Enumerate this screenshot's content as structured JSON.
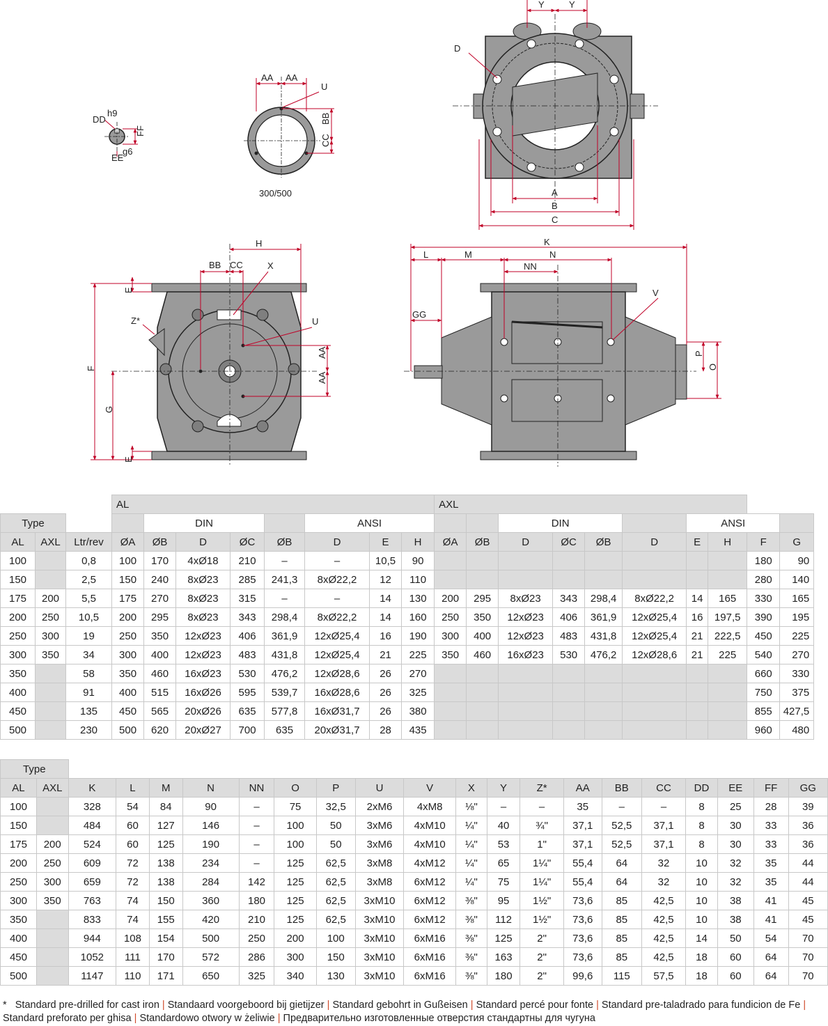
{
  "labels": {
    "dd": "DD",
    "dd_sup": "h9",
    "ee": "EE",
    "ee_sup": "g6",
    "ff": "FF",
    "aa": "AA",
    "u": "U",
    "bb": "BB",
    "cc": "CC",
    "flange_caption": "300/500",
    "y": "Y",
    "d": "D",
    "a": "A",
    "b": "B",
    "c": "C",
    "h": "H",
    "x": "X",
    "e": "E",
    "z": "Z*",
    "f": "F",
    "g": "G",
    "k": "K",
    "l": "L",
    "m": "M",
    "n": "N",
    "nn": "NN",
    "v": "V",
    "gg": "GG",
    "p": "P",
    "o": "O"
  },
  "table1": {
    "group_al": "AL",
    "group_axl": "AXL",
    "din": "DIN",
    "ansi": "ANSI",
    "type": "Type",
    "columns": [
      "AL",
      "AXL",
      "Ltr/rev",
      "ØA",
      "ØB",
      "D",
      "ØC",
      "ØB",
      "D",
      "E",
      "H",
      "ØA",
      "ØB",
      "D",
      "ØC",
      "ØB",
      "D",
      "E",
      "H",
      "F",
      "G"
    ],
    "rows": [
      [
        "100",
        "",
        "0,8",
        "100",
        "170",
        "4xØ18",
        "210",
        "–",
        "–",
        "10,5",
        "90",
        "",
        "",
        "",
        "",
        "",
        "",
        "",
        "",
        "180",
        "90"
      ],
      [
        "150",
        "",
        "2,5",
        "150",
        "240",
        "8xØ23",
        "285",
        "241,3",
        "8xØ22,2",
        "12",
        "110",
        "",
        "",
        "",
        "",
        "",
        "",
        "",
        "",
        "280",
        "140"
      ],
      [
        "175",
        "200",
        "5,5",
        "175",
        "270",
        "8xØ23",
        "315",
        "–",
        "–",
        "14",
        "130",
        "200",
        "295",
        "8xØ23",
        "343",
        "298,4",
        "8xØ22,2",
        "14",
        "165",
        "330",
        "165"
      ],
      [
        "200",
        "250",
        "10,5",
        "200",
        "295",
        "8xØ23",
        "343",
        "298,4",
        "8xØ22,2",
        "14",
        "160",
        "250",
        "350",
        "12xØ23",
        "406",
        "361,9",
        "12xØ25,4",
        "16",
        "197,5",
        "390",
        "195"
      ],
      [
        "250",
        "300",
        "19",
        "250",
        "350",
        "12xØ23",
        "406",
        "361,9",
        "12xØ25,4",
        "16",
        "190",
        "300",
        "400",
        "12xØ23",
        "483",
        "431,8",
        "12xØ25,4",
        "21",
        "222,5",
        "450",
        "225"
      ],
      [
        "300",
        "350",
        "34",
        "300",
        "400",
        "12xØ23",
        "483",
        "431,8",
        "12xØ25,4",
        "21",
        "225",
        "350",
        "460",
        "16xØ23",
        "530",
        "476,2",
        "12xØ28,6",
        "21",
        "225",
        "540",
        "270"
      ],
      [
        "350",
        "",
        "58",
        "350",
        "460",
        "16xØ23",
        "530",
        "476,2",
        "12xØ28,6",
        "26",
        "270",
        "",
        "",
        "",
        "",
        "",
        "",
        "",
        "",
        "660",
        "330"
      ],
      [
        "400",
        "",
        "91",
        "400",
        "515",
        "16xØ26",
        "595",
        "539,7",
        "16xØ28,6",
        "26",
        "325",
        "",
        "",
        "",
        "",
        "",
        "",
        "",
        "",
        "750",
        "375"
      ],
      [
        "450",
        "",
        "135",
        "450",
        "565",
        "20xØ26",
        "635",
        "577,8",
        "16xØ31,7",
        "26",
        "380",
        "",
        "",
        "",
        "",
        "",
        "",
        "",
        "",
        "855",
        "427,5"
      ],
      [
        "500",
        "",
        "230",
        "500",
        "620",
        "20xØ27",
        "700",
        "635",
        "20xØ31,7",
        "28",
        "435",
        "",
        "",
        "",
        "",
        "",
        "",
        "",
        "",
        "960",
        "480"
      ]
    ]
  },
  "table2": {
    "type": "Type",
    "columns": [
      "AL",
      "AXL",
      "K",
      "L",
      "M",
      "N",
      "NN",
      "O",
      "P",
      "U",
      "V",
      "X",
      "Y",
      "Z*",
      "AA",
      "BB",
      "CC",
      "DD",
      "EE",
      "FF",
      "GG"
    ],
    "rows": [
      [
        "100",
        "",
        "328",
        "54",
        "84",
        "90",
        "–",
        "75",
        "32,5",
        "2xM6",
        "4xM8",
        "⅛\"",
        "–",
        "–",
        "35",
        "–",
        "–",
        "8",
        "25",
        "28",
        "39"
      ],
      [
        "150",
        "",
        "484",
        "60",
        "127",
        "146",
        "–",
        "100",
        "50",
        "3xM6",
        "4xM10",
        "¼\"",
        "40",
        "¾\"",
        "37,1",
        "52,5",
        "37,1",
        "8",
        "30",
        "33",
        "36"
      ],
      [
        "175",
        "200",
        "524",
        "60",
        "125",
        "190",
        "–",
        "100",
        "50",
        "3xM6",
        "4xM10",
        "¼\"",
        "53",
        "1\"",
        "37,1",
        "52,5",
        "37,1",
        "8",
        "30",
        "33",
        "36"
      ],
      [
        "200",
        "250",
        "609",
        "72",
        "138",
        "234",
        "–",
        "125",
        "62,5",
        "3xM8",
        "4xM12",
        "¼\"",
        "65",
        "1¼\"",
        "55,4",
        "64",
        "32",
        "10",
        "32",
        "35",
        "44"
      ],
      [
        "250",
        "300",
        "659",
        "72",
        "138",
        "284",
        "142",
        "125",
        "62,5",
        "3xM8",
        "6xM12",
        "¼\"",
        "75",
        "1¼\"",
        "55,4",
        "64",
        "32",
        "10",
        "32",
        "35",
        "44"
      ],
      [
        "300",
        "350",
        "763",
        "74",
        "150",
        "360",
        "180",
        "125",
        "62,5",
        "3xM10",
        "6xM12",
        "⅜\"",
        "95",
        "1½\"",
        "73,6",
        "85",
        "42,5",
        "10",
        "38",
        "41",
        "45"
      ],
      [
        "350",
        "",
        "833",
        "74",
        "155",
        "420",
        "210",
        "125",
        "62,5",
        "3xM10",
        "6xM12",
        "⅜\"",
        "112",
        "1½\"",
        "73,6",
        "85",
        "42,5",
        "10",
        "38",
        "41",
        "45"
      ],
      [
        "400",
        "",
        "944",
        "108",
        "154",
        "500",
        "250",
        "200",
        "100",
        "3xM10",
        "6xM16",
        "⅜\"",
        "125",
        "2\"",
        "73,6",
        "85",
        "42,5",
        "14",
        "50",
        "54",
        "70"
      ],
      [
        "450",
        "",
        "1052",
        "111",
        "170",
        "572",
        "286",
        "300",
        "150",
        "3xM10",
        "6xM16",
        "⅜\"",
        "163",
        "2\"",
        "73,6",
        "85",
        "42,5",
        "18",
        "60",
        "64",
        "70"
      ],
      [
        "500",
        "",
        "1147",
        "110",
        "171",
        "650",
        "325",
        "340",
        "130",
        "3xM10",
        "6xM16",
        "⅜\"",
        "180",
        "2\"",
        "99,6",
        "115",
        "57,5",
        "18",
        "60",
        "64",
        "70"
      ]
    ]
  },
  "footnote": {
    "star": "*",
    "items": [
      "Standard pre-drilled for cast iron",
      "Standaard voorgeboord bij gietijzer",
      "Standard gebohrt in Gußeisen",
      "Standard percé pour fonte",
      "Standard pre-taladrado para fundicion de Fe",
      "Standard preforato per ghisa",
      "Standardowo otwory w żeliwie",
      "Предварительно изготовленные отверстия стандартны для чугуна"
    ]
  },
  "colors": {
    "body_fill": "#9a9a9a",
    "dark_fill": "#7f7f7f",
    "dim_line": "#c00027",
    "grey_cell": "#dcdcdc"
  }
}
